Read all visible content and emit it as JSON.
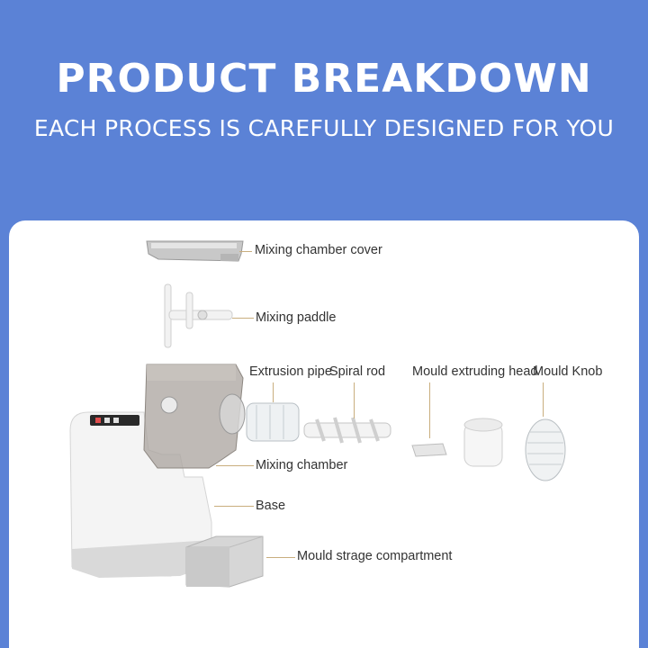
{
  "header": {
    "title": "PRODUCT BREAKDOWN",
    "subtitle": "EACH PROCESS IS CAREFULLY DESIGNED FOR YOU"
  },
  "parts": {
    "mixing_chamber_cover": "Mixing chamber cover",
    "mixing_paddle": "Mixing paddle",
    "extrusion_pipe": "Extrusion pipe",
    "spiral_rod": "Spiral rod",
    "mould_extruding_head": "Mould extruding head",
    "mould_knob": "Mould Knob",
    "mixing_chamber": "Mixing chamber",
    "base": "Base",
    "mould_storage_compartment": "Mould strage compartment"
  },
  "colors": {
    "background": "#5b82d6",
    "card": "#ffffff",
    "leader_line": "#c9ae7e"
  }
}
